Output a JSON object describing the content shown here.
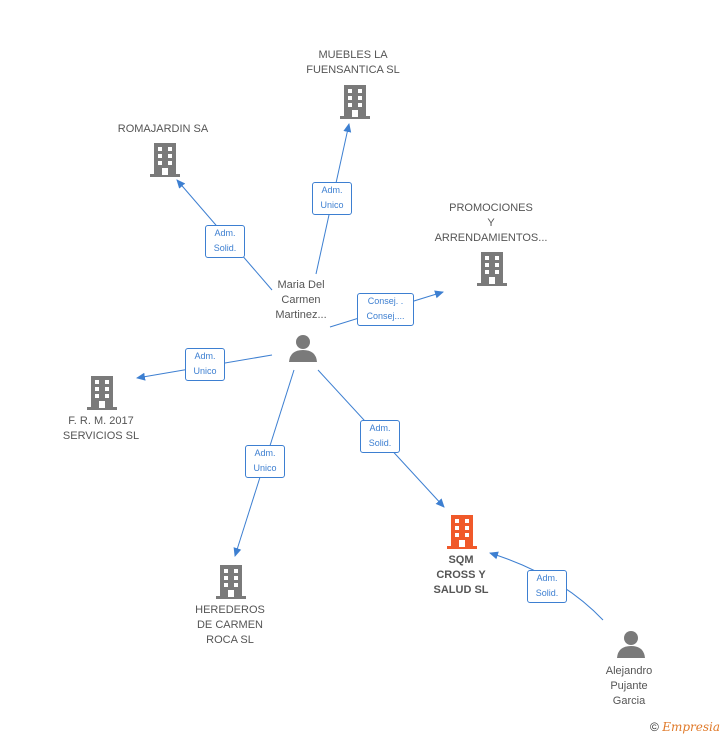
{
  "nodes": {
    "muebles": {
      "label": "MUEBLES LA\nFUENSANTICA SL",
      "type": "company"
    },
    "romajardin": {
      "label": "ROMAJARDIN SA",
      "type": "company"
    },
    "promociones": {
      "label": "PROMOCIONES\nY\nARRENDAMIENTOS...",
      "type": "company"
    },
    "frm": {
      "label": "F. R. M. 2017\nSERVICIOS SL",
      "type": "company"
    },
    "herederos": {
      "label": "HEREDEROS\nDE CARMEN\nROCA SL",
      "type": "company"
    },
    "sqm": {
      "label": "SQM\nCROSS Y\nSALUD SL",
      "type": "company-highlight"
    },
    "maria": {
      "label": "Maria Del\nCarmen\nMartinez...",
      "type": "person"
    },
    "alejandro": {
      "label": "Alejandro\nPujante\nGarcia",
      "type": "person"
    }
  },
  "relations": {
    "maria_muebles": [
      "Adm.",
      "Unico"
    ],
    "maria_romajardin": [
      "Adm.",
      "Solid."
    ],
    "maria_promociones": [
      "Consej. .",
      "Consej...."
    ],
    "maria_frm": [
      "Adm.",
      "Unico"
    ],
    "maria_herederos": [
      "Adm.",
      "Unico"
    ],
    "maria_sqm": [
      "Adm.",
      "Solid."
    ],
    "alejandro_sqm": [
      "Adm.",
      "Solid."
    ]
  },
  "colors": {
    "edge": "#3d7fd1",
    "building": "#7a7a7a",
    "building_highlight": "#f0592a",
    "person": "#7a7a7a"
  },
  "footer": {
    "copyright": "©",
    "brand": "Empresia"
  }
}
